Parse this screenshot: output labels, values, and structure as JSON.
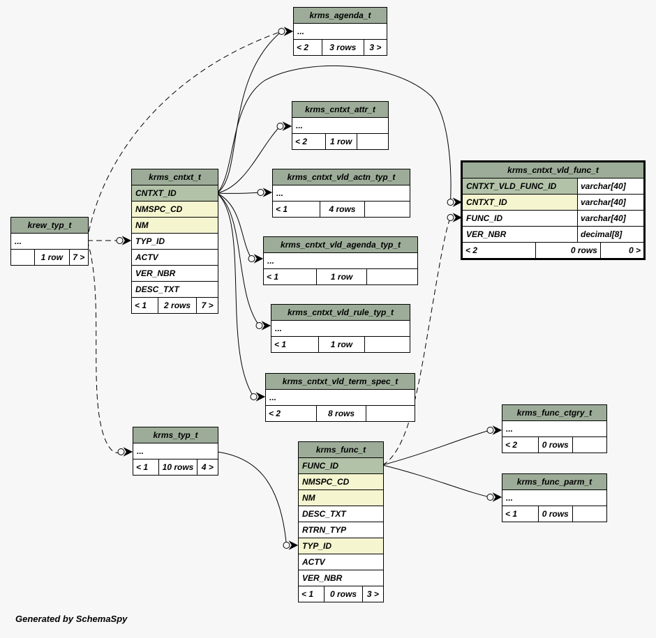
{
  "diagram": {
    "credit": "Generated by SchemaSpy",
    "colors": {
      "background": "#f7f7f7",
      "table_header": "#9cac98",
      "primary_key_row": "#b2c2a8",
      "indexed_row": "#f5f5d0",
      "plain_row": "#ffffff",
      "line": "#000000"
    }
  },
  "tables": {
    "krms_agenda_t": {
      "name": "krms_agenda_t",
      "ellipsis": "...",
      "footer": {
        "parents": "< 2",
        "rows": "3 rows",
        "children": "3 >"
      }
    },
    "krms_cntxt_attr_t": {
      "name": "krms_cntxt_attr_t",
      "ellipsis": "...",
      "footer": {
        "parents": "< 2",
        "rows": "1 row",
        "children": ""
      }
    },
    "krms_cntxt_vld_actn_typ_t": {
      "name": "krms_cntxt_vld_actn_typ_t",
      "ellipsis": "...",
      "footer": {
        "parents": "< 1",
        "rows": "4 rows",
        "children": ""
      }
    },
    "krms_cntxt_vld_func_t": {
      "name": "krms_cntxt_vld_func_t",
      "columns": [
        {
          "name": "CNTXT_VLD_FUNC_ID",
          "type": "varchar[40]"
        },
        {
          "name": "CNTXT_ID",
          "type": "varchar[40]"
        },
        {
          "name": "FUNC_ID",
          "type": "varchar[40]"
        },
        {
          "name": "VER_NBR",
          "type": "decimal[8]"
        }
      ],
      "footer": {
        "parents": "< 2",
        "rows": "0 rows",
        "children": "0 >"
      }
    },
    "krms_cntxt_t": {
      "name": "krms_cntxt_t",
      "columns": [
        {
          "name": "CNTXT_ID"
        },
        {
          "name": "NMSPC_CD"
        },
        {
          "name": "NM"
        },
        {
          "name": "TYP_ID"
        },
        {
          "name": "ACTV"
        },
        {
          "name": "VER_NBR"
        },
        {
          "name": "DESC_TXT"
        }
      ],
      "footer": {
        "parents": "< 1",
        "rows": "2 rows",
        "children": "7 >"
      }
    },
    "krew_typ_t": {
      "name": "krew_typ_t",
      "ellipsis": "...",
      "footer": {
        "parents": "",
        "rows": "1 row",
        "children": "7 >"
      }
    },
    "krms_cntxt_vld_agenda_typ_t": {
      "name": "krms_cntxt_vld_agenda_typ_t",
      "ellipsis": "...",
      "footer": {
        "parents": "< 1",
        "rows": "1 row",
        "children": ""
      }
    },
    "krms_cntxt_vld_rule_typ_t": {
      "name": "krms_cntxt_vld_rule_typ_t",
      "ellipsis": "...",
      "footer": {
        "parents": "< 1",
        "rows": "1 row",
        "children": ""
      }
    },
    "krms_cntxt_vld_term_spec_t": {
      "name": "krms_cntxt_vld_term_spec_t",
      "ellipsis": "...",
      "footer": {
        "parents": "< 2",
        "rows": "8 rows",
        "children": ""
      }
    },
    "krms_typ_t": {
      "name": "krms_typ_t",
      "ellipsis": "...",
      "footer": {
        "parents": "< 1",
        "rows": "10 rows",
        "children": "4 >"
      }
    },
    "krms_func_t": {
      "name": "krms_func_t",
      "columns": [
        {
          "name": "FUNC_ID"
        },
        {
          "name": "NMSPC_CD"
        },
        {
          "name": "NM"
        },
        {
          "name": "DESC_TXT"
        },
        {
          "name": "RTRN_TYP"
        },
        {
          "name": "TYP_ID"
        },
        {
          "name": "ACTV"
        },
        {
          "name": "VER_NBR"
        }
      ],
      "footer": {
        "parents": "< 1",
        "rows": "0 rows",
        "children": "3 >"
      }
    },
    "krms_func_ctgry_t": {
      "name": "krms_func_ctgry_t",
      "ellipsis": "...",
      "footer": {
        "parents": "< 2",
        "rows": "0 rows",
        "children": ""
      }
    },
    "krms_func_parm_t": {
      "name": "krms_func_parm_t",
      "ellipsis": "...",
      "footer": {
        "parents": "< 1",
        "rows": "0 rows",
        "children": ""
      }
    }
  },
  "relationships": [
    {
      "parent": "krms_cntxt_t.CNTXT_ID",
      "child": "krms_agenda_t",
      "style": "solid"
    },
    {
      "parent": "krms_cntxt_t.CNTXT_ID",
      "child": "krms_cntxt_attr_t",
      "style": "solid"
    },
    {
      "parent": "krms_cntxt_t.CNTXT_ID",
      "child": "krms_cntxt_vld_actn_typ_t",
      "style": "solid"
    },
    {
      "parent": "krms_cntxt_t.CNTXT_ID",
      "child": "krms_cntxt_vld_agenda_typ_t",
      "style": "solid"
    },
    {
      "parent": "krms_cntxt_t.CNTXT_ID",
      "child": "krms_cntxt_vld_rule_typ_t",
      "style": "solid"
    },
    {
      "parent": "krms_cntxt_t.CNTXT_ID",
      "child": "krms_cntxt_vld_term_spec_t",
      "style": "solid"
    },
    {
      "parent": "krms_cntxt_t.CNTXT_ID",
      "child": "krms_cntxt_vld_func_t.CNTXT_ID",
      "style": "solid"
    },
    {
      "parent": "krew_typ_t",
      "child": "krms_cntxt_t.TYP_ID",
      "style": "dashed"
    },
    {
      "parent": "krew_typ_t",
      "child": "krms_agenda_t",
      "style": "dashed"
    },
    {
      "parent": "krew_typ_t",
      "child": "krms_typ_t",
      "style": "dashed"
    },
    {
      "parent": "krms_typ_t",
      "child": "krms_func_t.TYP_ID",
      "style": "solid"
    },
    {
      "parent": "krms_func_t.FUNC_ID",
      "child": "krms_func_ctgry_t",
      "style": "solid"
    },
    {
      "parent": "krms_func_t.FUNC_ID",
      "child": "krms_func_parm_t",
      "style": "solid"
    },
    {
      "parent": "krms_func_t.FUNC_ID",
      "child": "krms_cntxt_vld_func_t.FUNC_ID",
      "style": "dashed"
    }
  ]
}
